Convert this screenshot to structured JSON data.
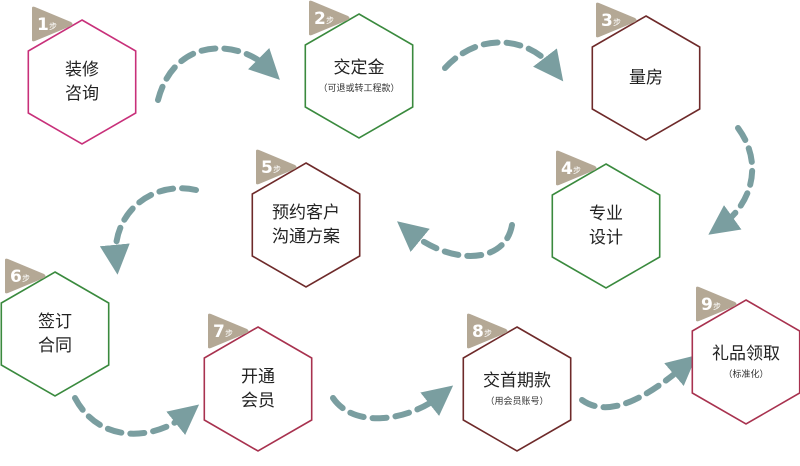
{
  "step_suffix": "步",
  "colors": {
    "arrow": "#7a9ea0",
    "badge": "#b4a895",
    "pink": "#c8307a",
    "green": "#3a8a3e",
    "maroon": "#6e2a2a",
    "crimson": "#a8324f"
  },
  "steps": [
    {
      "number": "1",
      "lines": [
        "装修",
        "咨询"
      ],
      "sub": ""
    },
    {
      "number": "2",
      "lines": [
        "交定金"
      ],
      "sub": "（可退或转工程款）"
    },
    {
      "number": "3",
      "lines": [
        "量房"
      ],
      "sub": ""
    },
    {
      "number": "4",
      "lines": [
        "专业",
        "设计"
      ],
      "sub": ""
    },
    {
      "number": "5",
      "lines": [
        "预约客户",
        "沟通方案"
      ],
      "sub": ""
    },
    {
      "number": "6",
      "lines": [
        "签订",
        "合同"
      ],
      "sub": ""
    },
    {
      "number": "7",
      "lines": [
        "开通",
        "会员"
      ],
      "sub": ""
    },
    {
      "number": "8",
      "lines": [
        "交首期款"
      ],
      "sub": "（用会员账号）"
    },
    {
      "number": "9",
      "lines": [
        "礼品领取"
      ],
      "sub": "（标准化）"
    }
  ]
}
